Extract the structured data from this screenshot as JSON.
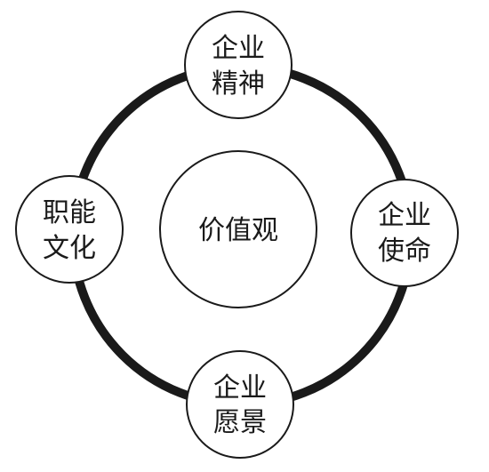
{
  "diagram": {
    "center": {
      "label": "价值观"
    },
    "nodes": {
      "top": {
        "line1": "企业",
        "line2": "精神"
      },
      "right": {
        "line1": "企业",
        "line2": "使命"
      },
      "bottom": {
        "line1": "企业",
        "line2": "愿景"
      },
      "left": {
        "line1": "职能",
        "line2": "文化"
      }
    },
    "colors": {
      "stroke": "#1a1a1a",
      "fill": "#ffffff"
    }
  }
}
